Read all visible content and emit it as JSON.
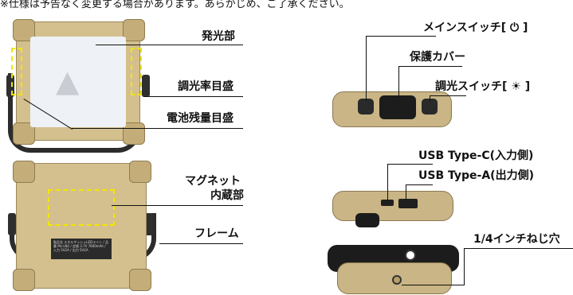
{
  "notice": "※仕様は予告なく変更する場合があります。あらかじめ、ご了承ください。",
  "front_labels": {
    "light_unit": "発光部",
    "dimming_gauge": "調光率目盛",
    "battery_gauge": "電池残量目盛"
  },
  "back_labels": {
    "magnet_line1": "マグネット",
    "magnet_line2": "内蔵部",
    "frame": "フレーム"
  },
  "top_labels": {
    "main_switch": "メインスイッチ[ ⏻ ]",
    "cover": "保護カバー",
    "dimmer_switch": "調光スイッチ[ ☀ ]"
  },
  "port_labels": {
    "usb_c": "USB Type-C(入力側)",
    "usb_a": "USB Type-A(出力側)"
  },
  "bottom_labels": {
    "tripod_hole": "1/4インチねじ穴"
  },
  "nameplate_text": "製品名 エネルギッシュLEDライト / 品番 ML-LN2 / 定格 3.7V 7800mAh / 入力 5V2A / 出力 5V2A"
}
